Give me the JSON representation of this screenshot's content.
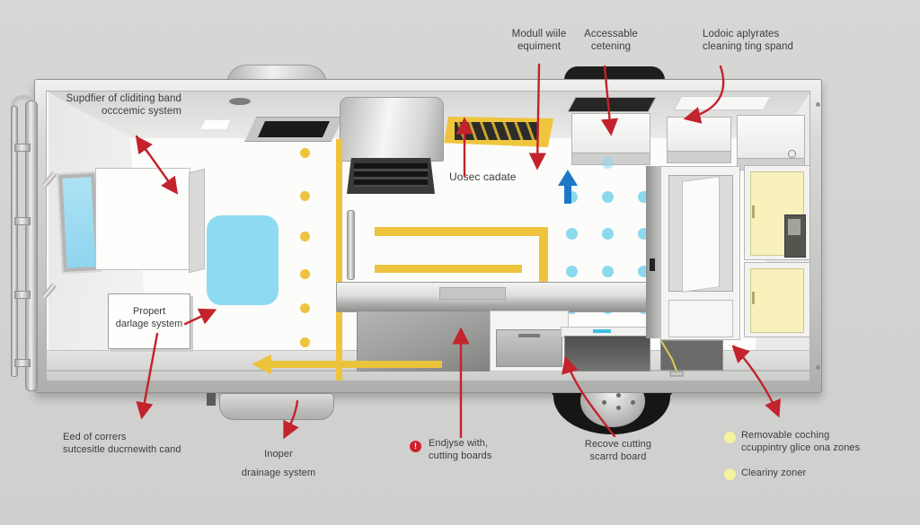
{
  "colors": {
    "background": "#d4d4d2",
    "annotation_red": "#c2232d",
    "accent_yellow": "#eec33e",
    "pale_yellow_panel": "#f7f0ba",
    "light_blue": "#8ed9ee",
    "flow_arrow_blue": "#1d79c6",
    "text": "#3c3c3c"
  },
  "annotations": {
    "supplier": {
      "line1": "Supdfier of cliditing band",
      "line2": "occcemic system"
    },
    "modull": {
      "line1": "Modull wiile",
      "line2": "equiment"
    },
    "accessable": {
      "line1": "Accessable",
      "line2": "cetening"
    },
    "lodoic": {
      "line1": "Lodoic aplyrates",
      "line2": "cleaning ting spand"
    },
    "uosec": {
      "text": "Uosec cadate"
    },
    "propert": {
      "line1": "Propert",
      "line2": "darlage system"
    },
    "eed": {
      "line1": "Eed of corrers",
      "line2": "sutcesitle ducrnewith cand"
    },
    "inoper": {
      "line1": "Inoper",
      "line2": "drainage system"
    },
    "endjyse": {
      "icon": "!",
      "line1": "Endjyse with,",
      "line2": "cutting boards"
    },
    "recove": {
      "line1": "Recove cutting",
      "line2": "scarrd board"
    },
    "legend": [
      {
        "line1": "Removable coching",
        "line2": "ccuppintry glice ona zones"
      },
      {
        "line1": "Cleariny zoner"
      }
    ]
  }
}
